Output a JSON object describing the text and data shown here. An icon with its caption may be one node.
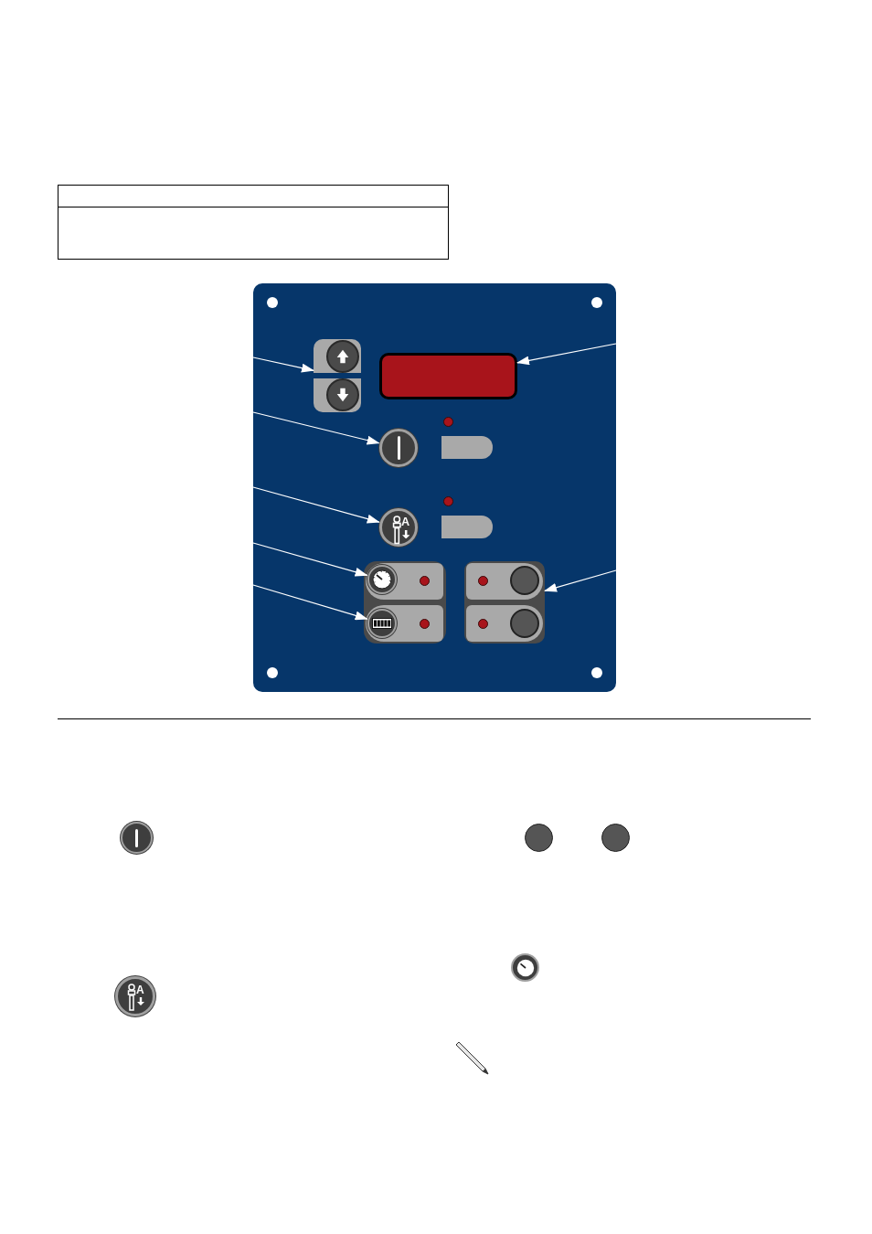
{
  "diagram": {
    "nodes": [
      {
        "text": [],
        "shape": "box"
      },
      {
        "text": [],
        "shape": "box",
        "in": 0
      },
      {
        "text": [],
        "shape": "box",
        "in": 0
      },
      {
        "text": [],
        "shape": "circle",
        "in": 0
      },
      {
        "text": [],
        "shape": "circle",
        "in": 0
      },
      {
        "text": [],
        "shape": "circle",
        "in": 0
      },
      {
        "text": [],
        "shape": "circle",
        "in": 0
      },
      {
        "text": [],
        "shape": "box",
        "in": 0
      }
    ],
    "edges": [
      {
        "from": null,
        "to": 1,
        "arrow": "to"
      },
      {
        "from": null,
        "to": 2,
        "arrow": "to"
      },
      {
        "from": null,
        "to": 3,
        "arrow": "to"
      },
      {
        "from": null,
        "to": 4,
        "arrow": "to"
      },
      {
        "from": null,
        "to": 5,
        "arrow": "to"
      },
      {
        "from": null,
        "to": 6,
        "arrow": "to"
      },
      {
        "from": null,
        "to": 7,
        "arrow": "to"
      }
    ],
    "labels": [
      "A",
      "A"
    ]
  }
}
